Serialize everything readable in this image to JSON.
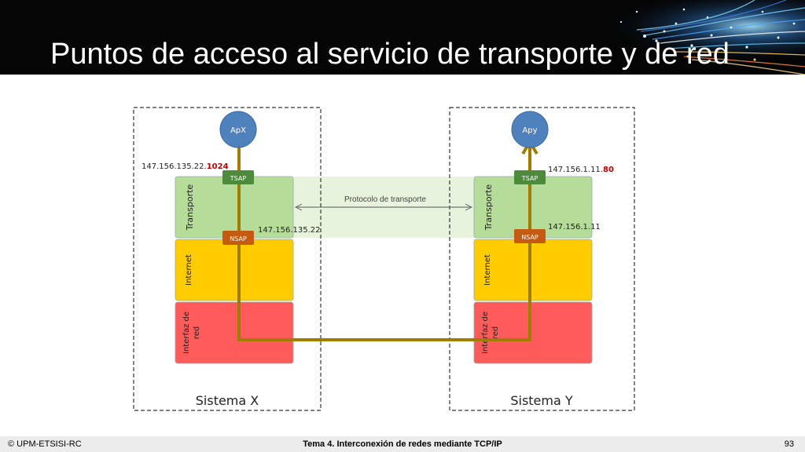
{
  "title": "Puntos de acceso al servicio de transporte y de red",
  "systems": [
    {
      "name": "Sistema X",
      "app": "ApX",
      "tsap_label": "TSAP",
      "nsap_label": "NSAP",
      "tsap_addr_base": "147.156.135.22.",
      "tsap_port": "1024",
      "nsap_addr": "147.156.135.22",
      "layers": [
        "Transporte",
        "Internet",
        "Interfaz de red"
      ]
    },
    {
      "name": "Sistema Y",
      "app": "Apy",
      "tsap_label": "TSAP",
      "nsap_label": "NSAP",
      "tsap_addr_base": "147.156.1.11.",
      "tsap_port": "80",
      "nsap_addr": "147.156.1.11",
      "layers": [
        "Transporte",
        "Internet",
        "Interfaz de red"
      ]
    }
  ],
  "protocol_label": "Protocolo de transporte",
  "footer": {
    "left": "© UPM-ETSISI-RC",
    "center": "Tema 4. Interconexión de redes mediante TCP/IP",
    "page": "93"
  },
  "colors": {
    "transport_layer": "#b6dc9a",
    "internet_layer": "#ffcc00",
    "network_interface_layer": "#ff5b5b",
    "protocol_band": "#e8f3de",
    "path": "#a07d00",
    "app_circle": "#4f81bd",
    "tsap_box": "#4e8a3b",
    "nsap_box": "#c55a11",
    "port_highlight": "#c00000"
  }
}
